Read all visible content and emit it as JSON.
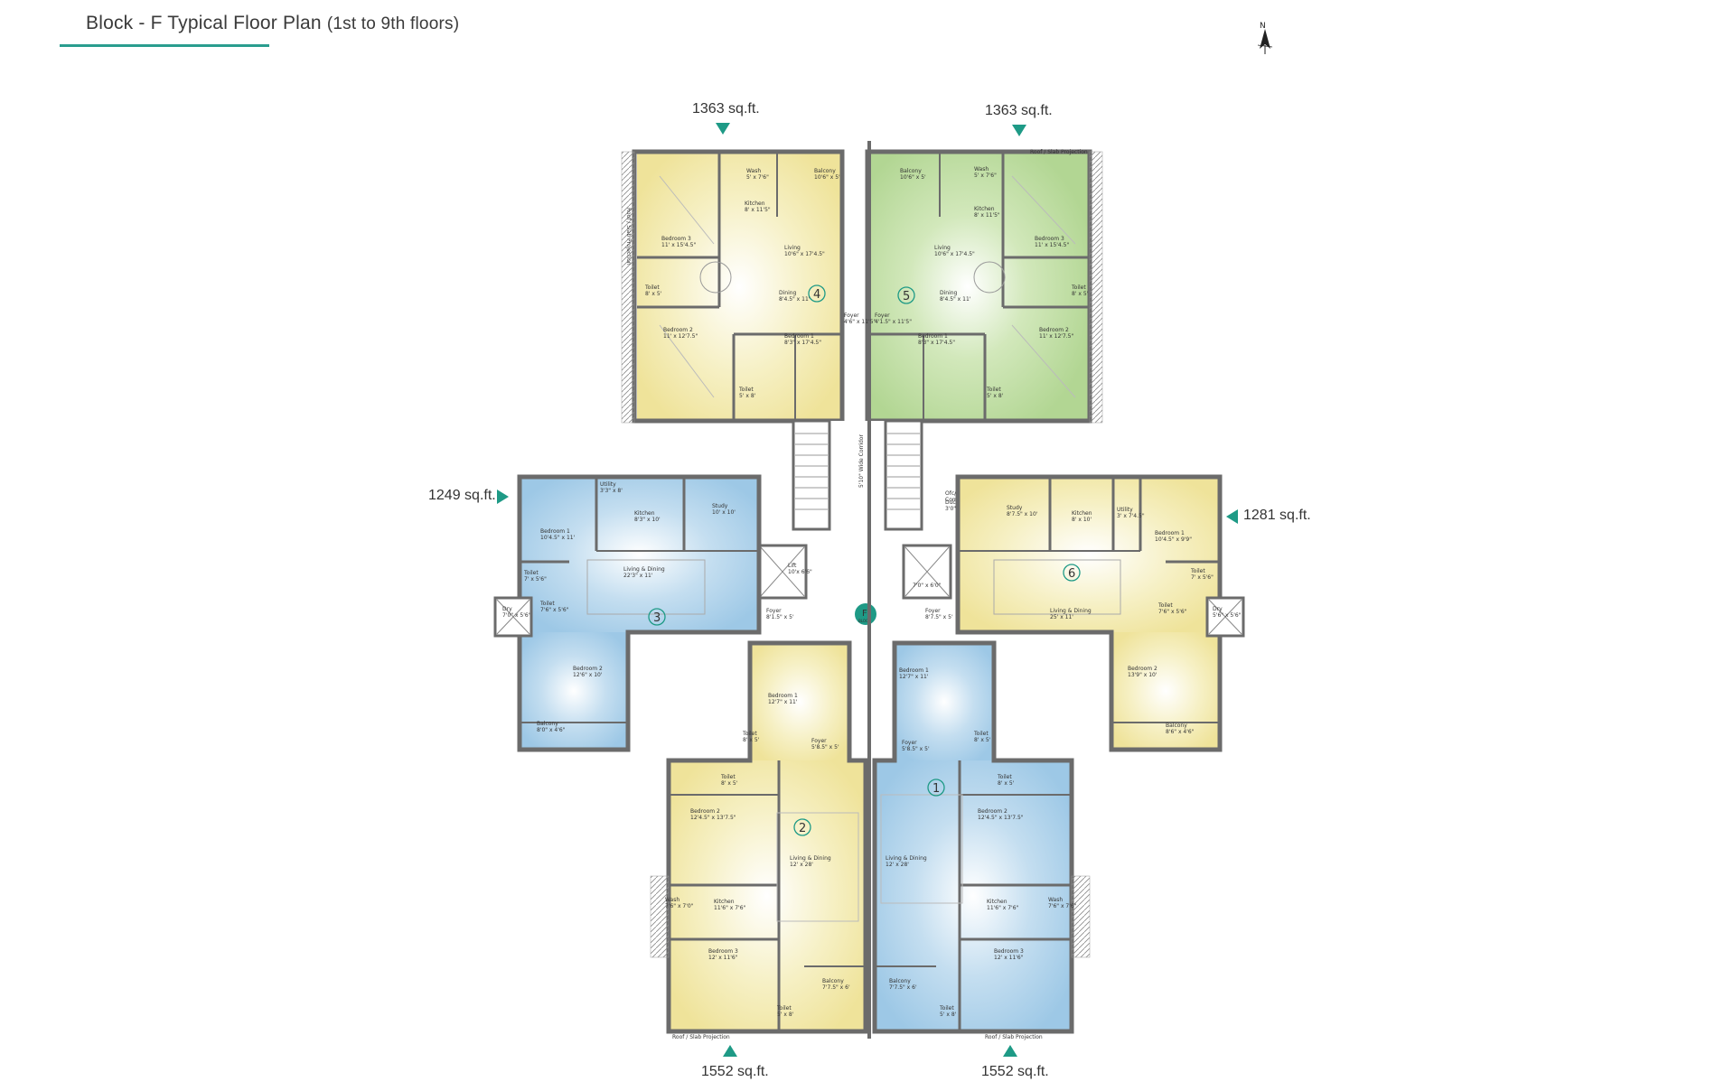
{
  "header": {
    "title": "Block - F  Typical Floor Plan",
    "subtitle": "(1st to 9th floors)"
  },
  "compass": {
    "label": "N"
  },
  "block_badge": {
    "letter": "F",
    "word": "BLOCK"
  },
  "colors": {
    "yellow": "#f3ebab",
    "green": "#bcdca0",
    "blue": "#a9cfe9",
    "teal": "#1e9a86",
    "wall": "#6b6b6b"
  },
  "units": [
    {
      "num": "1",
      "area": "1552 sq.ft."
    },
    {
      "num": "2",
      "area": "1552 sq.ft."
    },
    {
      "num": "3",
      "area": "1249 sq.ft."
    },
    {
      "num": "4",
      "area": "1363 sq.ft."
    },
    {
      "num": "5",
      "area": "1363 sq.ft."
    },
    {
      "num": "6",
      "area": "1281 sq.ft."
    }
  ],
  "core": {
    "lift_left": "Lift\n10'x 6'6\"",
    "lift_right": "7'0\" x 6'0\"",
    "lobby": "5'10\" Wide Corridor",
    "duct": "Duct\n3'0\" x 6'",
    "comm": "Ofc/\nCommunication"
  },
  "rooms": {
    "u4": [
      "Wash\n5' x 7'6\"",
      "Balcony\n10'6\" x 5'",
      "Kitchen\n8' x 11'5\"",
      "Bedroom 3\n11' x 15'4.5\"",
      "Living\n10'6\" x 17'4.5\"",
      "Dining\n8'4.5\" x 11'",
      "Toilet\n8' x 5'",
      "Foyer\n4'6\" x 11'5\"",
      "Bedroom 2\n11' x 12'7.5\"",
      "Bedroom 1\n8'3\" x 17'4.5\"",
      "Toilet\n5' x 8'"
    ],
    "u5": [
      "Balcony\n10'6\" x 5'",
      "Wash\n5' x 7'6\"",
      "Kitchen\n8' x 11'5\"",
      "Living\n10'6\" x 17'4.5\"",
      "Bedroom 3\n11' x 15'4.5\"",
      "Dining\n8'4.5\" x 11'",
      "Toilet\n8' x 5'",
      "Foyer\n4'1.5\" x 11'5\"",
      "Bedroom 1\n8'3\" x 17'4.5\"",
      "Bedroom 2\n11' x 12'7.5\"",
      "Toilet\n5' x 8'"
    ],
    "u3": [
      "Utility\n3'3\" x 8'",
      "Kitchen\n8'3\" x 10'",
      "Study\n10' x 10'",
      "Bedroom 1\n10'4.5\" x 11'",
      "Living & Dining\n22'3\" x 11'",
      "Toilet\n7' x 5'6\"",
      "Toilet\n7'6\" x 5'6\"",
      "Dry\n7'0\" x 5'6\"",
      "Foyer\n8'1.5\" x 5'",
      "Bedroom 2\n12'6\" x 10'",
      "Balcony\n8'0\" x 4'6\""
    ],
    "u6": [
      "Study\n8'7.5\" x 10'",
      "Kitchen\n8' x 10'",
      "Utility\n3' x 7'4.5\"",
      "Bedroom 1\n10'4.5\" x 9'9\"",
      "Living & Dining\n25' x 11'",
      "Toilet\n7' x 5'6\"",
      "Toilet\n7'6\" x 5'6\"",
      "Dry\n5'6\" x 5'6\"",
      "Foyer\n8'7.5\" x 5'",
      "Bedroom 2\n13'9\" x 10'",
      "Balcony\n8'6\" x 4'6\""
    ],
    "u2": [
      "Bedroom 1\n12'7\" x 11'",
      "Toilet\n8' x 5'",
      "Foyer\n5'8.5\" x 5'",
      "Toilet\n8' x 5'",
      "Bedroom 2\n12'4.5\" x 13'7.5\"",
      "Living & Dining\n12' x 28'",
      "Wash\n7'6\" x 7'0\"",
      "Kitchen\n11'6\" x 7'6\"",
      "Bedroom 3\n12' x 11'6\"",
      "Balcony\n7'7.5\" x 6'",
      "Toilet\n5' x 8'"
    ],
    "u1": [
      "Bedroom 1\n12'7\" x 11'",
      "Foyer\n5'8.5\" x 5'",
      "Toilet\n8' x 5'",
      "Toilet\n8' x 5'",
      "Bedroom 2\n12'4.5\" x 13'7.5\"",
      "Living & Dining\n12' x 28'",
      "Kitchen\n11'6\" x 7'6\"",
      "Wash\n7'6\" x 7'6\"",
      "Balcony\n7'7.5\" x 6'",
      "Bedroom 3\n12' x 11'6\"",
      "Toilet\n5' x 8'"
    ]
  },
  "projection_labels": [
    "Roof / Slab Projection",
    "Roof / Slab Projection",
    "Roof / Slab Projection",
    "Roof / Slab Projection"
  ]
}
